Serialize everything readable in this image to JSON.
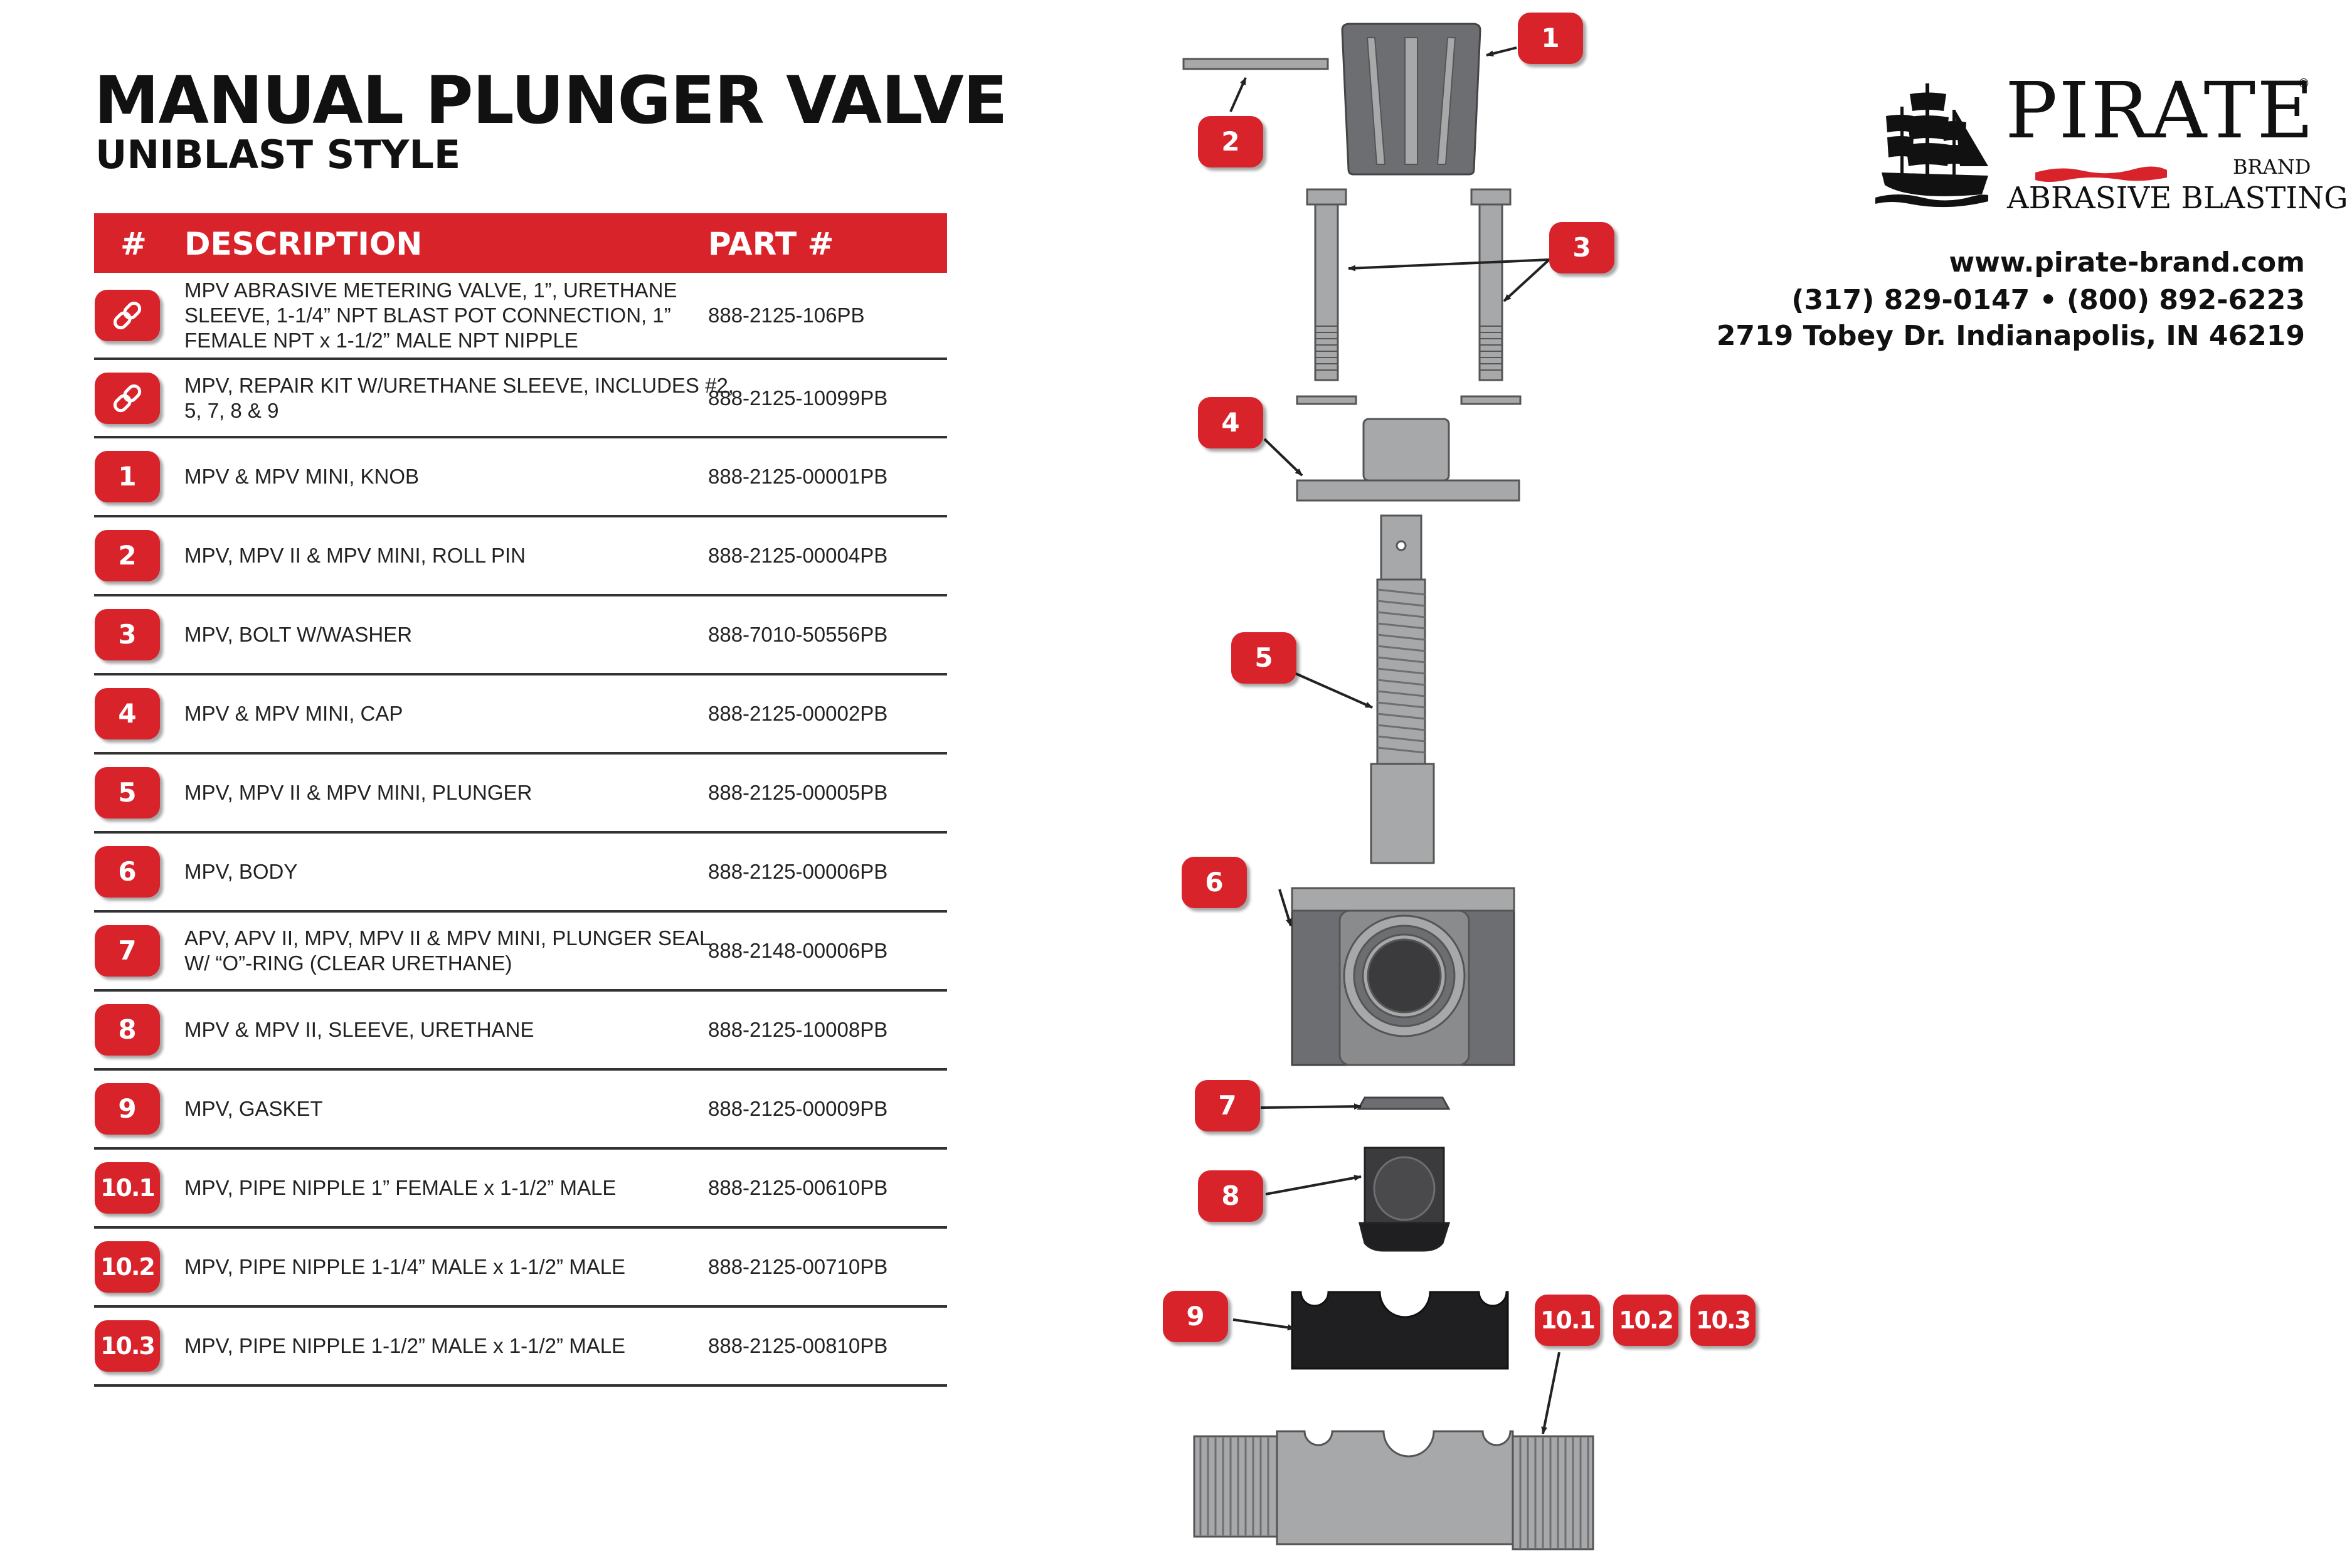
{
  "title": "MANUAL PLUNGER VALVE",
  "subtitle": "UNIBLAST STYLE",
  "table": {
    "headers": {
      "num": "#",
      "description": "DESCRIPTION",
      "part": "PART #"
    },
    "rows": [
      {
        "num": "",
        "icon": "link-icon",
        "description": "MPV ABRASIVE METERING VALVE, 1”, URETHANE SLEEVE, 1-1/4” NPT BLAST POT CONNECTION, 1” FEMALE NPT x 1-1/2” MALE NPT NIPPLE",
        "part": "888-2125-106PB"
      },
      {
        "num": "",
        "icon": "link-icon",
        "description": "MPV, REPAIR KIT W/URETHANE SLEEVE, INCLUDES #2, 5, 7, 8 & 9",
        "part": "888-2125-10099PB"
      },
      {
        "num": "1",
        "description": "MPV & MPV MINI, KNOB",
        "part": "888-2125-00001PB"
      },
      {
        "num": "2",
        "description": "MPV, MPV II & MPV MINI, ROLL PIN",
        "part": "888-2125-00004PB"
      },
      {
        "num": "3",
        "description": "MPV, BOLT W/WASHER",
        "part": "888-7010-50556PB"
      },
      {
        "num": "4",
        "description": "MPV & MPV MINI, CAP",
        "part": "888-2125-00002PB"
      },
      {
        "num": "5",
        "description": "MPV, MPV II & MPV MINI, PLUNGER",
        "part": "888-2125-00005PB"
      },
      {
        "num": "6",
        "description": "MPV, BODY",
        "part": "888-2125-00006PB"
      },
      {
        "num": "7",
        "description": "APV, APV II, MPV, MPV II & MPV MINI, PLUNGER SEAL W/ “O”-RING (CLEAR URETHANE)",
        "part": "888-2148-00006PB"
      },
      {
        "num": "8",
        "description": "MPV & MPV II, SLEEVE, URETHANE",
        "part": "888-2125-10008PB"
      },
      {
        "num": "9",
        "description": "MPV, GASKET",
        "part": "888-2125-00009PB"
      },
      {
        "num": "10.1",
        "description": "MPV, PIPE NIPPLE 1” FEMALE x 1-1/2” MALE",
        "part": "888-2125-00610PB"
      },
      {
        "num": "10.2",
        "description": "MPV, PIPE NIPPLE 1-1/4” MALE x 1-1/2” MALE",
        "part": "888-2125-00710PB"
      },
      {
        "num": "10.3",
        "description": "MPV, PIPE NIPPLE 1-1/2” MALE x 1-1/2” MALE",
        "part": "888-2125-00810PB"
      }
    ]
  },
  "diagram": {
    "callouts": [
      "1",
      "2",
      "3",
      "4",
      "5",
      "6",
      "7",
      "8",
      "9",
      "10.1",
      "10.2",
      "10.3"
    ]
  },
  "brand": {
    "name": "PIRATE",
    "registered": "®",
    "sub": "BRAND",
    "tagline": "ABRASIVE BLASTING",
    "icon": "pirate-ship-icon",
    "accent_color": "#d9232b"
  },
  "contact": {
    "website": "www.pirate-brand.com",
    "phone": "(317) 829-0147 • (800) 892-6223",
    "address": "2719 Tobey Dr. Indianapolis, IN 46219"
  },
  "colors": {
    "accent": "#d9232b",
    "part_gray": "#a7a8aa",
    "part_dark": "#6d6e71",
    "rule": "#333333"
  }
}
